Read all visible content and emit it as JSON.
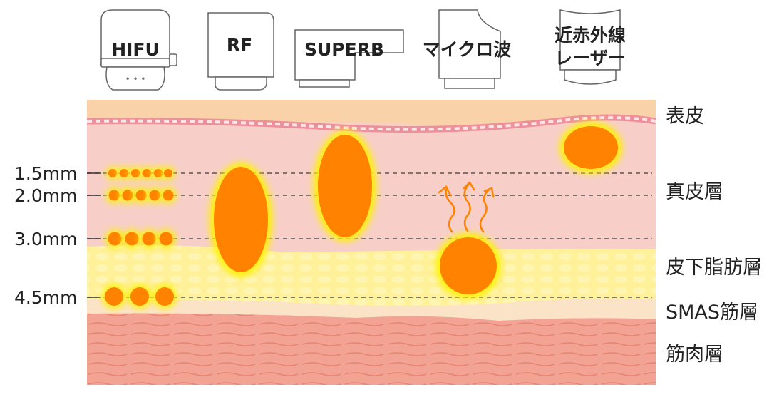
{
  "colors": {
    "glow": "#fff200",
    "heat": "#ff8200",
    "arrow": "#ff8200"
  },
  "devices": {
    "hifu": {
      "label": "HIFU",
      "dots": "• • •"
    },
    "rf": {
      "label": "RF"
    },
    "superb": {
      "label": "SUPERB"
    },
    "microwave": {
      "label": "マイクロ波"
    },
    "infrared": {
      "line1": "近赤外線",
      "line2": "レーザー"
    }
  },
  "layers": {
    "epidermis": "表皮",
    "dermis": "真皮層",
    "subcutaneous": "皮下脂肪層",
    "smas": "SMAS筋層",
    "muscle": "筋肉層"
  },
  "depths": {
    "d15": "1.5mm",
    "d20": "2.0mm",
    "d30": "3.0mm",
    "d45": "4.5mm"
  }
}
